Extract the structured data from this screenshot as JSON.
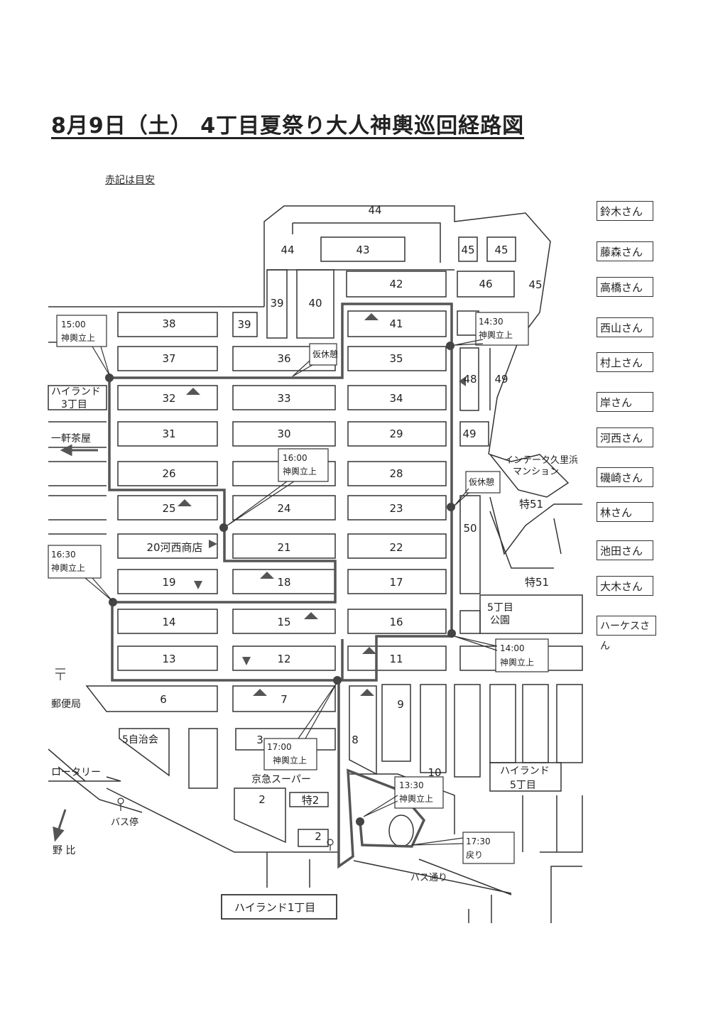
{
  "title": "8月9日（土） 4丁目夏祭り大人神輿巡回経路図",
  "note": "赤記は目安",
  "names": [
    "鈴木さん",
    "藤森さん",
    "高橋さん",
    "西山さん",
    "村上さん",
    "岸さん",
    "河西さん",
    "磯崎さん",
    "林さん",
    "池田さん",
    "大木さん",
    "ハーケスさん"
  ],
  "blocks": {
    "b44top": "44",
    "b44l": "44",
    "b43": "43",
    "b45a": "45",
    "b45b": "45",
    "b45c": "45",
    "b46": "46",
    "b42": "42",
    "b39a": "39",
    "b40": "40",
    "b39b": "39",
    "b38": "38",
    "b41": "41",
    "b37": "37",
    "b36": "36",
    "b35": "35",
    "b48": "48",
    "b49a": "49",
    "b32": "32",
    "b33": "33",
    "b34": "34",
    "b31": "31",
    "b30": "30",
    "b29": "29",
    "b49b": "49",
    "b26": "26",
    "b28": "28",
    "b25": "25",
    "b24": "24",
    "b23": "23",
    "b50": "50",
    "b20": "20河西商店",
    "b21": "21",
    "b22": "22",
    "b19": "19",
    "b18": "18",
    "b17": "17",
    "b14": "14",
    "b15": "15",
    "b16": "16",
    "b13": "13",
    "b12": "12",
    "b11": "11",
    "b6": "6",
    "b7": "7",
    "b9": "9",
    "b8": "8",
    "b3": "3",
    "b10": "10",
    "b2a": "2",
    "b2b": "2",
    "toku2": "特2",
    "toku51a": "特51",
    "toku51b": "特51"
  },
  "places": {
    "highland3": [
      "ハイランド",
      "3丁目"
    ],
    "ikken": "一軒茶屋",
    "intec": [
      "インテーク久里浜",
      "マンション"
    ],
    "park5": [
      "5丁目",
      "公園"
    ],
    "yubin": "郵便局",
    "jichikai": "5自治会",
    "rotary": "ロータリー",
    "busstop": "バス停",
    "nobi": "野 比",
    "keikyu": "京急スーパー",
    "highland5": [
      "ハイランド",
      "5丁目"
    ],
    "busdori": "バス通り",
    "highland1": "ハイランド1丁目"
  },
  "callouts": {
    "c1500": [
      "15:00",
      "神輿立上"
    ],
    "c1430": [
      "14:30",
      "神輿立上"
    ],
    "kyu1": "仮休憩",
    "c1600": [
      "16:00",
      "神輿立上"
    ],
    "kyu2": "仮休憩",
    "c1630": [
      "16:30",
      "神輿立上"
    ],
    "c1400": [
      "14:00",
      "神輿立上"
    ],
    "c1700": [
      "17:00",
      "神輿立上"
    ],
    "c1330": [
      "13:30",
      "神輿立上"
    ],
    "c1730": [
      "17:30",
      "戻り"
    ]
  }
}
